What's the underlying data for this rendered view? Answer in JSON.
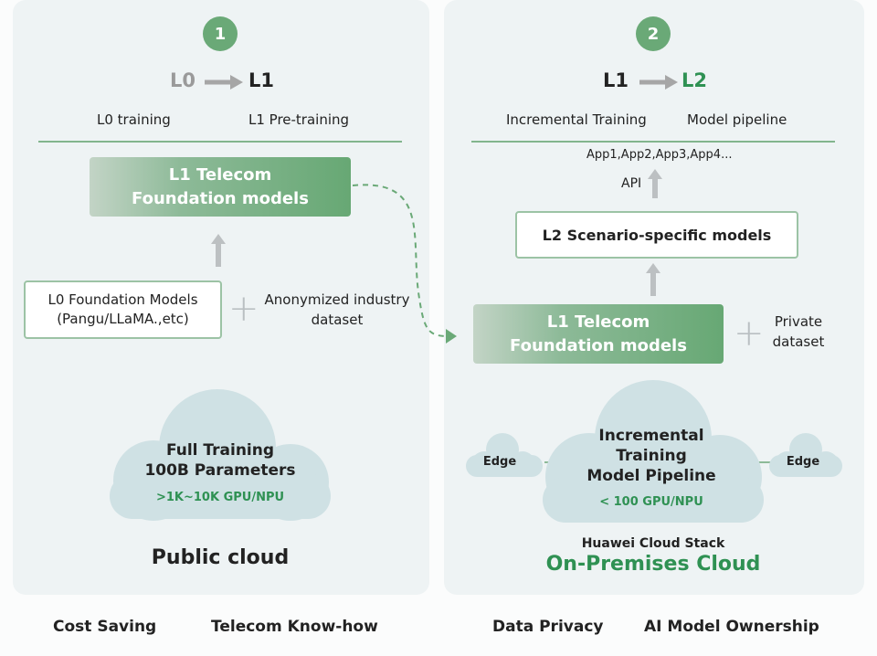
{
  "left": {
    "step": "1",
    "from": "L0",
    "to": "L1",
    "sub_from": "L0 training",
    "sub_to": "L1 Pre-training",
    "model_box": [
      "L1 Telecom",
      "Foundation models"
    ],
    "foundation_box": [
      "L0  Foundation Models",
      "(Pangu/LLaMA.,etc)"
    ],
    "dataset_note": [
      "Anonymized industry",
      "dataset"
    ],
    "cloud": {
      "line1": "Full Training",
      "line2": "100B Parameters",
      "gpu": ">1K~10K GPU/NPU"
    },
    "cloud_name": "Public cloud"
  },
  "right": {
    "step": "2",
    "from": "L1",
    "to": "L2",
    "sub_from": "Incremental Training",
    "sub_to": "Model pipeline",
    "apps": "App1,App2,App3,App4...",
    "api": "API",
    "scenario_box": "L2  Scenario-specific models",
    "model_box": [
      "L1 Telecom",
      "Foundation models"
    ],
    "dataset_note": [
      "Private",
      "dataset"
    ],
    "cloud": {
      "line1": "Incremental",
      "line2": "Training",
      "line3": "Model  Pipeline",
      "gpu": "< 100 GPU/NPU"
    },
    "edge_left": "Edge",
    "edge_right": "Edge",
    "stack": "Huawei Cloud Stack",
    "cloud_name": "On-Premises Cloud"
  },
  "footer": [
    "Cost Saving",
    "Telecom Know-how",
    "Data Privacy",
    "AI Model Ownership"
  ],
  "colors": {
    "accent": "#2f9153",
    "badge": "#6aa977",
    "panel": "#eef3f4",
    "cloud": "#cfe1e4"
  }
}
